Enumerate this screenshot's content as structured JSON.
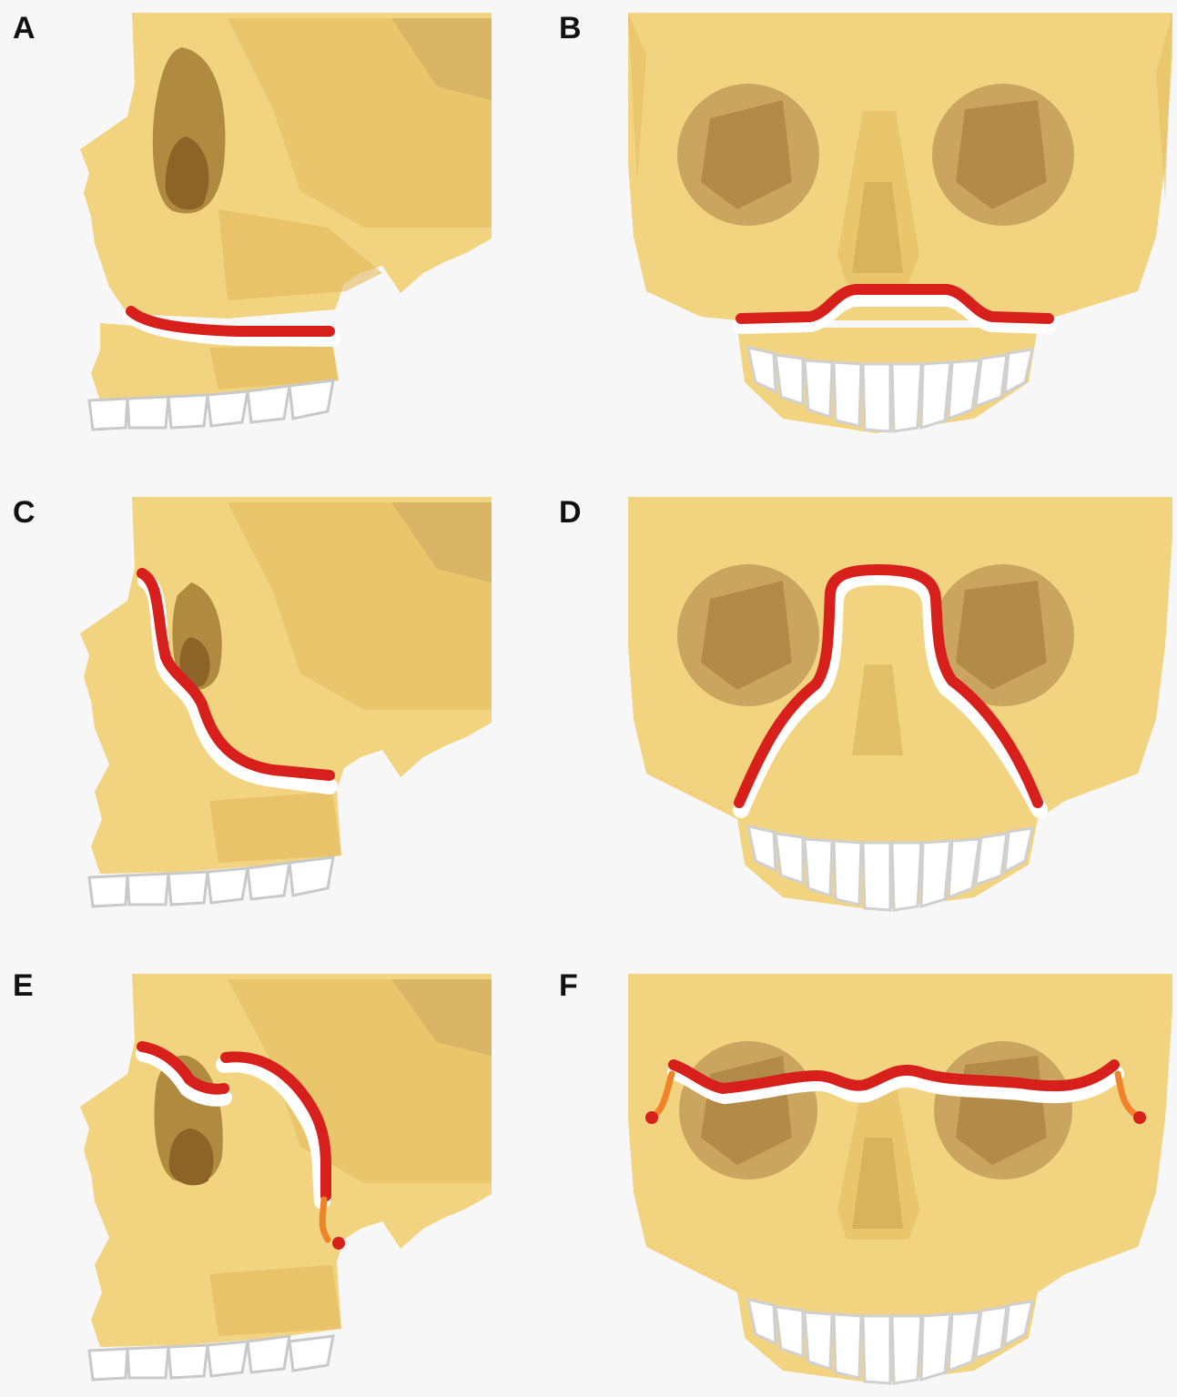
{
  "figure": {
    "panels": [
      {
        "id": "A",
        "label": "A",
        "view": "lateral"
      },
      {
        "id": "B",
        "label": "B",
        "view": "frontal"
      },
      {
        "id": "C",
        "label": "C",
        "view": "lateral"
      },
      {
        "id": "D",
        "label": "D",
        "view": "frontal"
      },
      {
        "id": "E",
        "label": "E",
        "view": "lateral"
      },
      {
        "id": "F",
        "label": "F",
        "view": "frontal"
      }
    ]
  },
  "colors": {
    "background": "#f7f7f7",
    "bone": "#f2d37f",
    "bone_shade": "#e2b95c",
    "cavity": "#b08a3e",
    "cavity_deep": "#8c6428",
    "fracture_line": "#d71f1b",
    "fracture_line_secondary": "#f0822a",
    "teeth": "#ffffff",
    "teeth_outline": "#c9c9c9"
  }
}
